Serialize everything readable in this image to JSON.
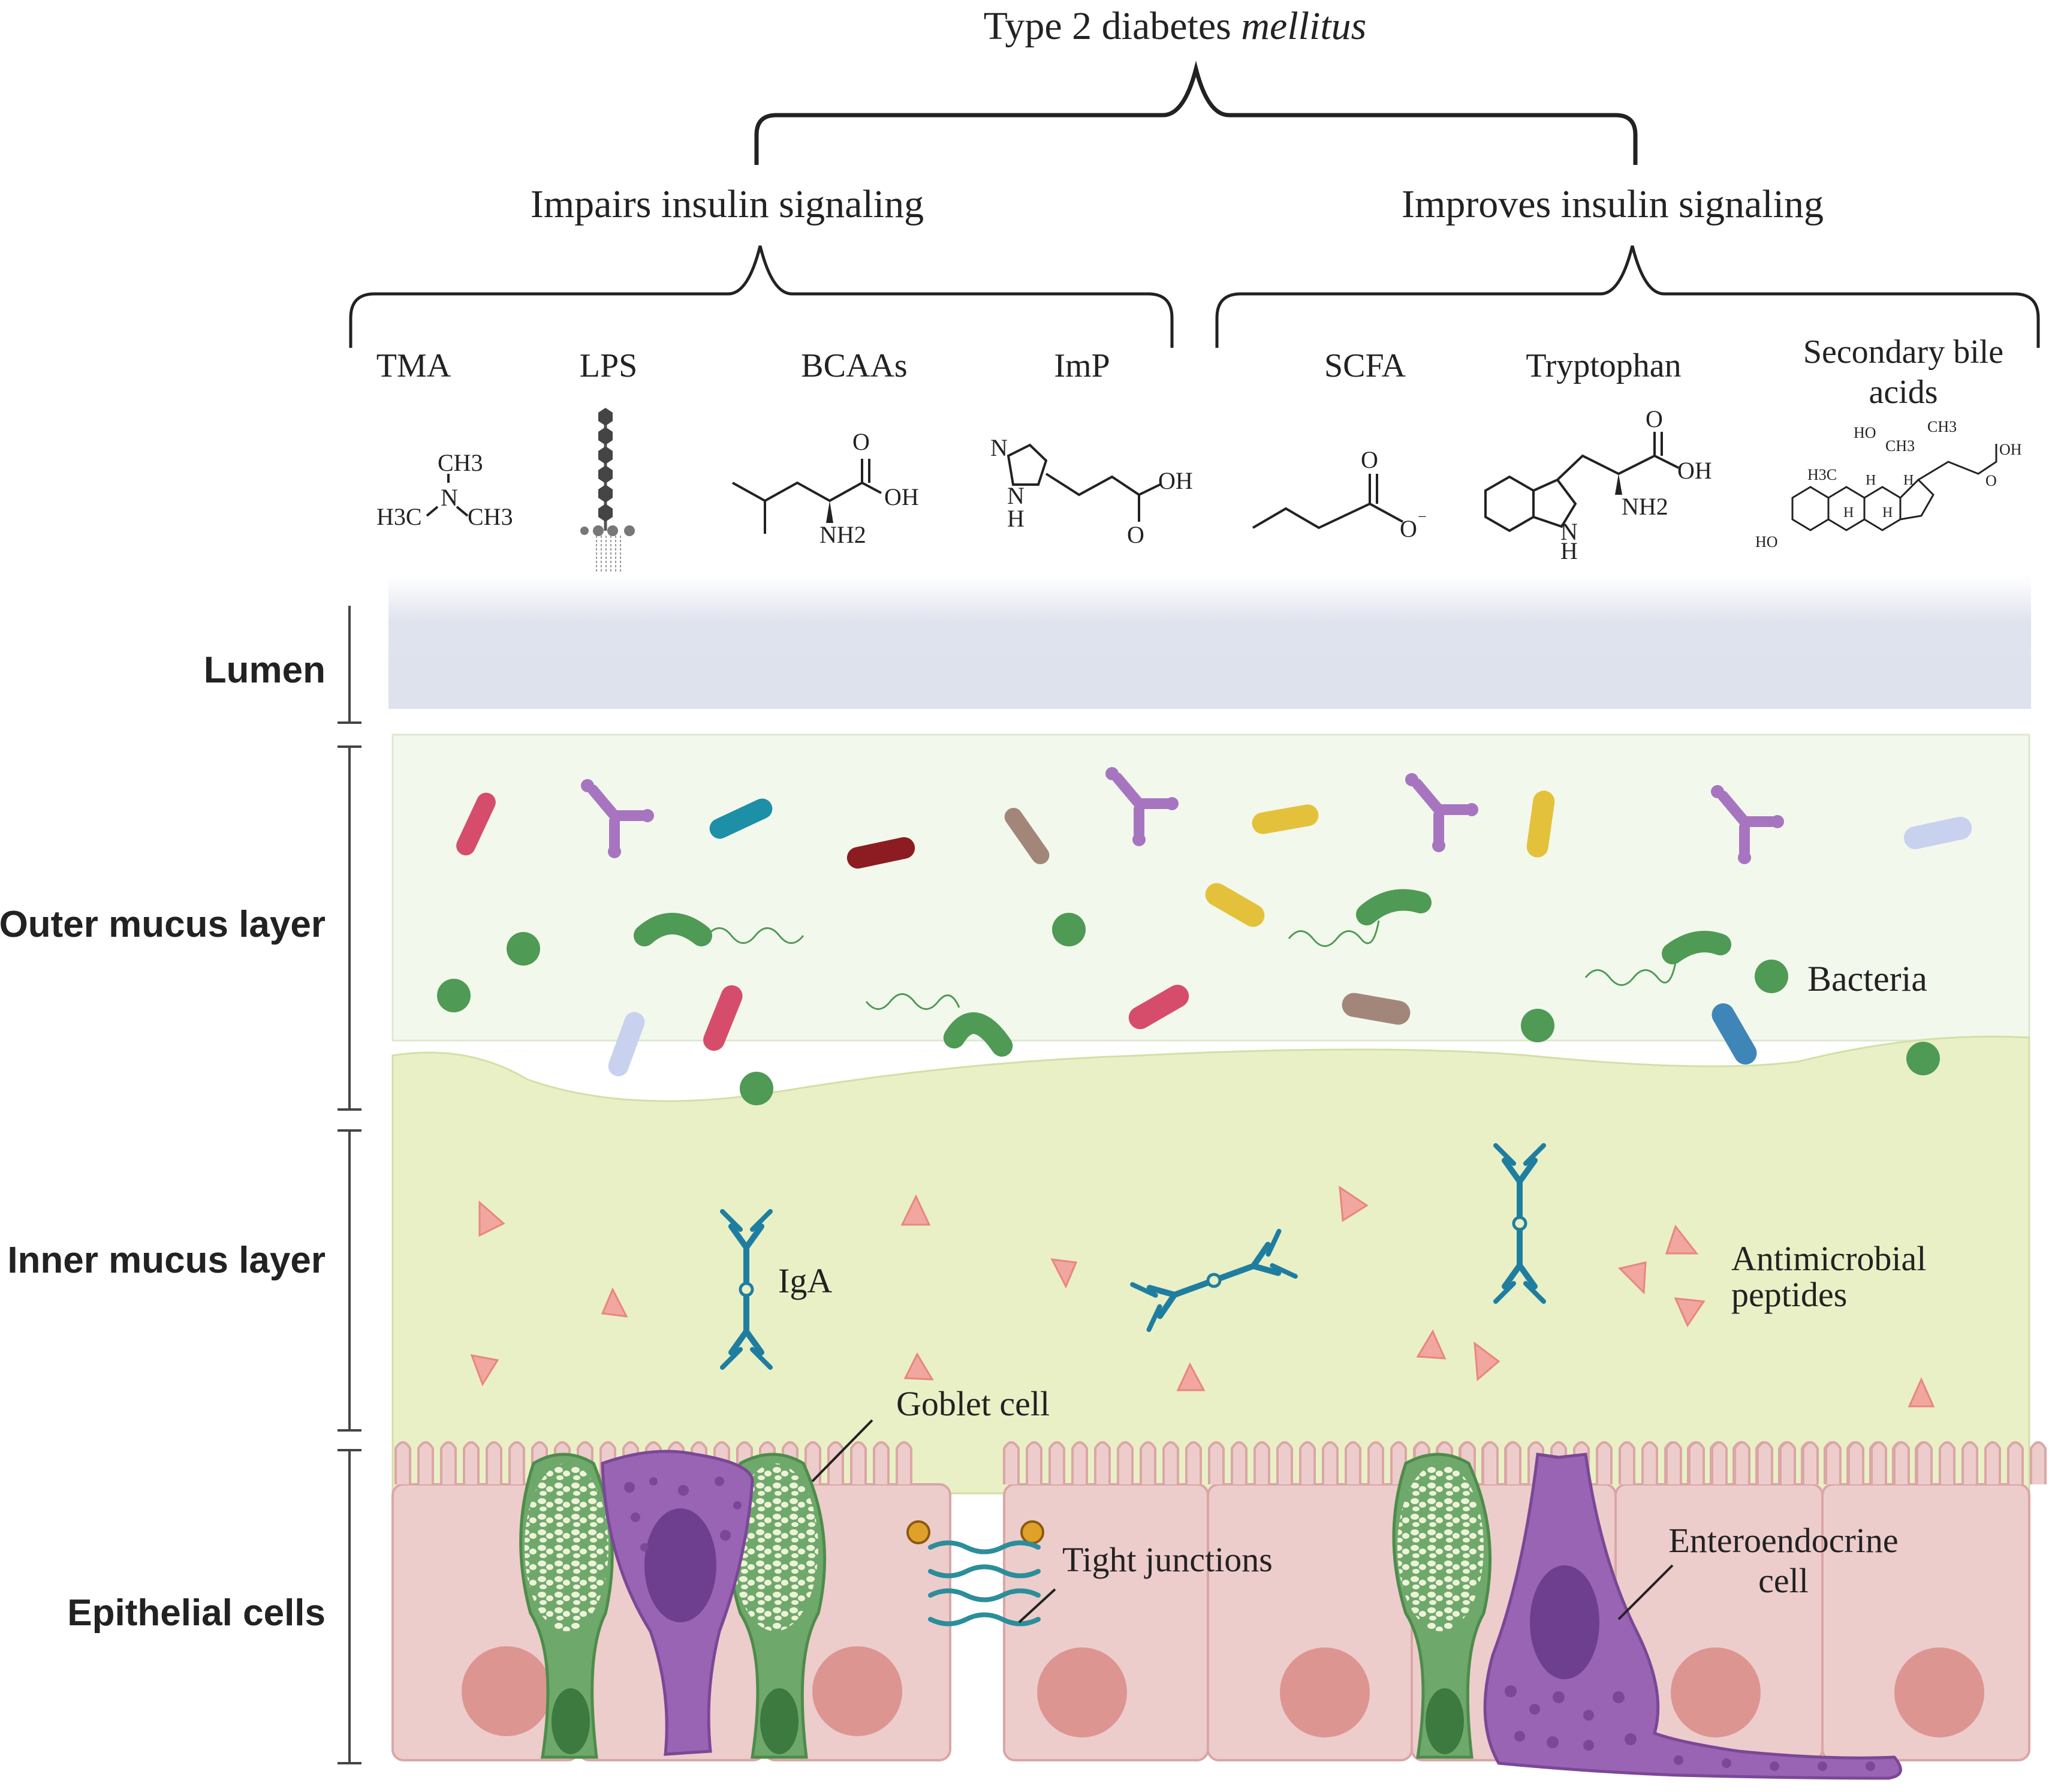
{
  "title": {
    "main": "Type 2 diabetes ",
    "italic": "mellitus"
  },
  "groups": {
    "impairs": "Impairs insulin signaling",
    "improves": "Improves insulin signaling"
  },
  "metabolites": [
    "TMA",
    "LPS",
    "BCAAs",
    "ImP",
    "SCFA",
    "Tryptophan",
    "Secondary bile",
    "acids"
  ],
  "chem_labels": {
    "tma": {
      "ch3_top": "CH3",
      "n": "N",
      "h3c": "H3C",
      "ch3_right": "CH3"
    },
    "bcaa": {
      "o": "O",
      "oh": "OH",
      "nh2": "NH2"
    },
    "imp": {
      "n": "N",
      "nh": "N",
      "h": "H",
      "oh": "OH",
      "o": "O"
    },
    "scfa": {
      "o": "O",
      "o_minus": "O"
    },
    "trp": {
      "o": "O",
      "oh": "OH",
      "nh2": "NH2",
      "nh": "N",
      "h": "H"
    },
    "bile": {
      "ho_top": "HO",
      "ch3_a": "CH3",
      "ch3_b": "CH3",
      "h3c": "H3C",
      "oh": "OH",
      "o": "O",
      "h1": "H",
      "h2": "H",
      "h3": "H",
      "h4": "H",
      "ho_bottom": "HO"
    }
  },
  "layers": {
    "lumen": "Lumen",
    "outer": "Outer mucus layer",
    "inner": "Inner mucus layer",
    "epithelial": "Epithelial cells"
  },
  "annotations": {
    "bacteria": "Bacteria",
    "iga": "IgA",
    "amp_line1": "Antimicrobial",
    "amp_line2": "peptides",
    "goblet": "Goblet cell",
    "tight": "Tight junctions",
    "entero_line1": "Enteroendocrine",
    "entero_line2": "cell"
  },
  "colors": {
    "lumen": "#dfe3ee",
    "outer_mucus": "#f3f8ec",
    "inner_mucus": "#e9f0c6",
    "epithelium": "#edcccc",
    "nucleus": "#d98b86",
    "goblet": "#6fa86b",
    "enteroendocrine": "#9a64b4",
    "iga": "#1f7ea0",
    "amp": "#f2a6a0",
    "bacteria_green": "#4f9a55"
  }
}
